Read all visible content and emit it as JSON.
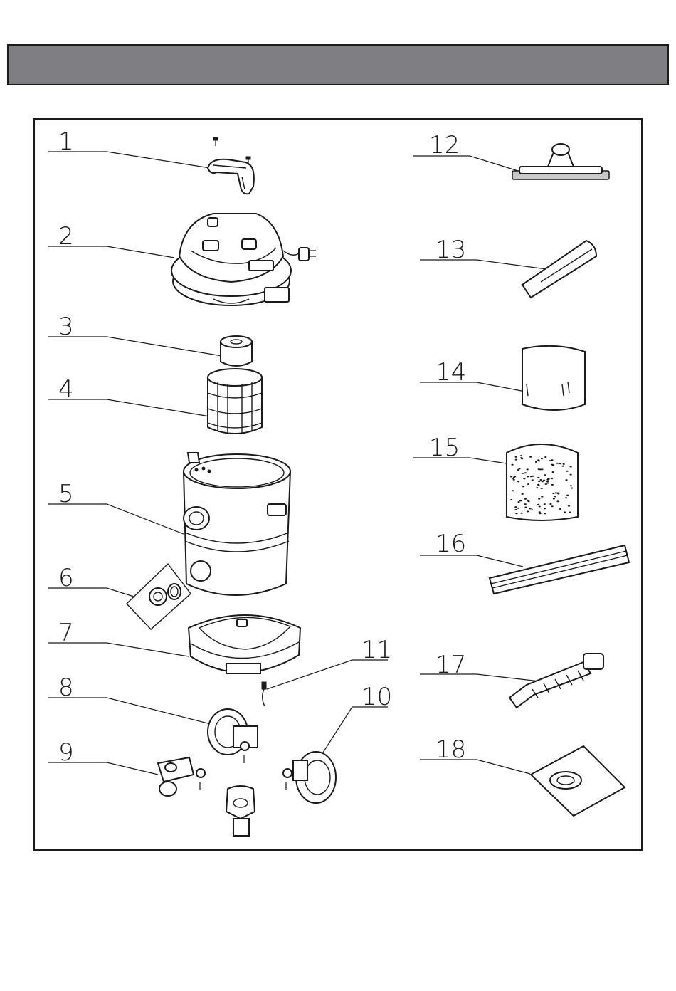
{
  "header": {
    "title": ""
  },
  "colors": {
    "header_fill": "#7f7e83",
    "line": "#1a1a1a",
    "background": "#ffffff"
  },
  "callouts": {
    "c1": "1",
    "c2": "2",
    "c3": "3",
    "c4": "4",
    "c5": "5",
    "c6": "6",
    "c7": "7",
    "c8": "8",
    "c9": "9",
    "c10": "10",
    "c11": "11",
    "c12": "12",
    "c13": "13",
    "c14": "14",
    "c15": "15",
    "c16": "16",
    "c17": "17",
    "c18": "18"
  }
}
